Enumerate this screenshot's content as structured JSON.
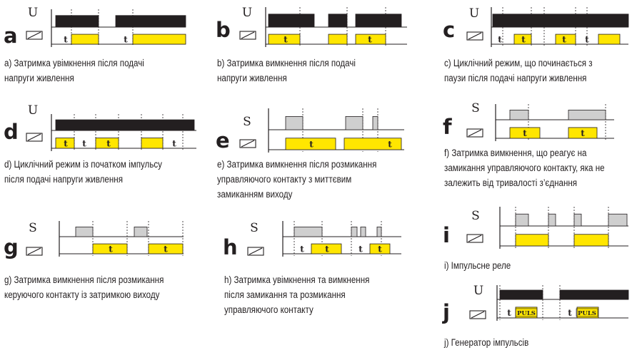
{
  "colors": {
    "ink": "#231f20",
    "active": "#ffe600",
    "contact": "#cfcfcf",
    "supply": "#231f20"
  },
  "icon": "coil-symbol-icon",
  "modes": [
    {
      "letter": "a",
      "signal": "U",
      "caption": [
        "a) Затримка увімкнення після подачі",
        "напруги живлення"
      ],
      "labels": [
        "t",
        "t"
      ]
    },
    {
      "letter": "b",
      "signal": "U",
      "caption": [
        "b) Затримка вимкнення після подачі",
        "напруги живлення"
      ],
      "labels": [
        "t",
        "t"
      ]
    },
    {
      "letter": "c",
      "signal": "U",
      "caption": [
        "c) Циклічний режим, що починається з",
        "паузи після подачі напруги живлення"
      ],
      "labels": [
        "t",
        "t",
        "t",
        "t"
      ]
    },
    {
      "letter": "d",
      "signal": "U",
      "caption": [
        "d) Циклічний режим із початком імпульсу",
        "після подачі напруги живлення"
      ],
      "labels": [
        "t",
        "t",
        "t",
        "t"
      ]
    },
    {
      "letter": "e",
      "signal": "S",
      "caption": [
        "e) Затримка вимкнення після розмикання",
        "управляючого контакту з миттєвим",
        "замиканням виходу"
      ],
      "labels": [
        "t",
        "t"
      ]
    },
    {
      "letter": "f",
      "signal": "S",
      "caption": [
        "f) Затримка вимкнення, що реагує на",
        "замикання управляючого контакту, яка не",
        "залежить від тривалості з’єднання"
      ],
      "labels": [
        "t",
        "t"
      ]
    },
    {
      "letter": "g",
      "signal": "S",
      "caption": [
        "g) Затримка вимкнення після розмикання",
        "керуючого контакту із затримкою виходу"
      ],
      "labels": [
        "t",
        "t"
      ]
    },
    {
      "letter": "h",
      "signal": "S",
      "caption": [
        "h) Затримка увімкнення та вимкнення",
        "після замикання та розмикання",
        "управляючого контакту"
      ],
      "labels": [
        "t",
        "t",
        "t",
        "t"
      ]
    },
    {
      "letter": "i",
      "signal": "S",
      "caption": [
        "i) Імпульсне реле"
      ],
      "labels": []
    },
    {
      "letter": "j",
      "signal": "U",
      "caption": [
        "j) Генератор імпульсів"
      ],
      "labels": [
        "t",
        "PULS",
        "t",
        "PULS"
      ]
    }
  ]
}
